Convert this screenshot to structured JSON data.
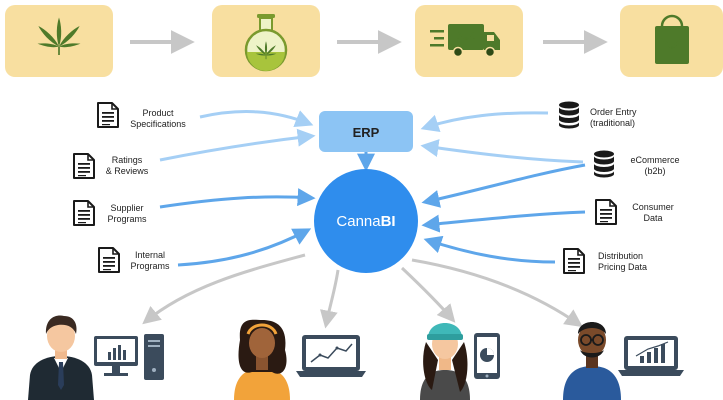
{
  "process_steps": [
    {
      "icon": "cannabis-leaf-icon"
    },
    {
      "icon": "lab-flask-icon"
    },
    {
      "icon": "delivery-truck-icon"
    },
    {
      "icon": "shopping-bag-icon"
    }
  ],
  "erp": {
    "label": "ERP"
  },
  "hub": {
    "label_prefix": "Canna",
    "label_bold": "BI"
  },
  "left_sources": [
    {
      "lines": [
        "Product",
        "Specifications"
      ],
      "icon": "document-icon"
    },
    {
      "lines": [
        "Ratings",
        "& Reviews"
      ],
      "icon": "document-icon"
    },
    {
      "lines": [
        "Supplier",
        "Programs"
      ],
      "icon": "document-icon"
    },
    {
      "lines": [
        "Internal",
        "Programs"
      ],
      "icon": "document-icon"
    }
  ],
  "right_sources": [
    {
      "lines": [
        "Order Entry",
        "(traditional)"
      ],
      "icon": "database-icon"
    },
    {
      "lines": [
        "eCommerce",
        "(b2b)"
      ],
      "icon": "database-icon"
    },
    {
      "lines": [
        "Consumer",
        "Data"
      ],
      "icon": "document-icon"
    },
    {
      "lines": [
        "Distribution",
        "Pricing Data"
      ],
      "icon": "document-icon"
    }
  ],
  "users": [
    {
      "person": "man-in-suit-avatar",
      "device": "desktop-computer-with-chart-icon"
    },
    {
      "person": "woman-with-headband-avatar",
      "device": "laptop-with-line-chart-icon"
    },
    {
      "person": "woman-with-beanie-avatar",
      "device": "tablet-with-pie-chart-icon"
    },
    {
      "person": "man-with-glasses-avatar",
      "device": "laptop-with-bar-chart-icon"
    }
  ],
  "colors": {
    "step_bg": "#f8dfa0",
    "flow_arrow": "#c7c7c7",
    "erp_fill": "#8cc4f4",
    "hub_fill": "#2f8ded",
    "arrow_light": "#a5cff5",
    "arrow_mid": "#5ea6ea",
    "leaf_green": "#4e7a2a"
  }
}
